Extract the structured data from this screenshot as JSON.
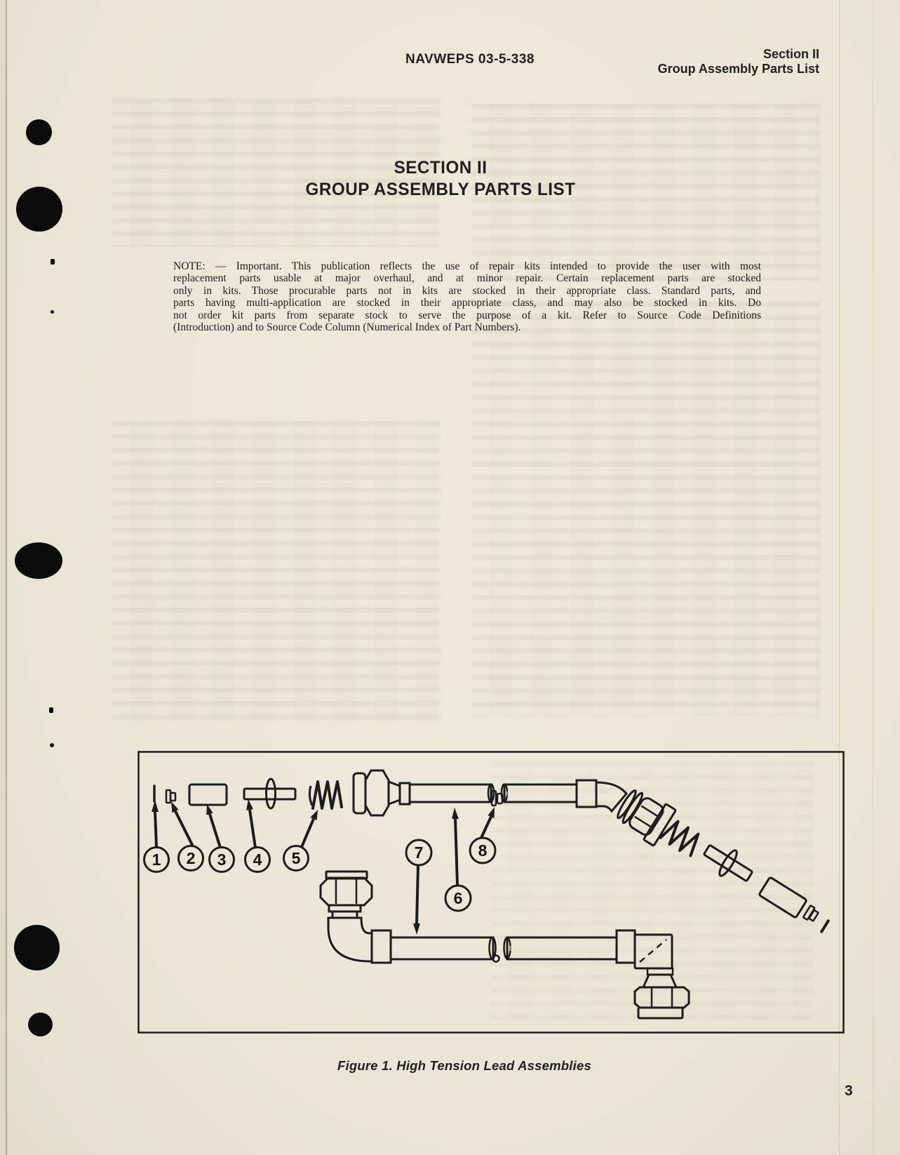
{
  "header": {
    "doc_number": "NAVWEPS 03-5-338",
    "section_label": "Section II",
    "section_sublabel": "Group Assembly Parts List"
  },
  "title": {
    "line1": "SECTION II",
    "line2": "GROUP ASSEMBLY PARTS LIST"
  },
  "note": {
    "lines": [
      "NOTE: — Important. This publication reflects the use of repair kits intended to provide the user with most",
      "replacement parts usable at major overhaul, and at minor repair. Certain replacement parts are stocked",
      "only in kits. Those procurable parts not in kits are stocked in their appropriate class. Standard parts, and",
      "parts having multi-application are stocked in their appropriate class, and may also be stocked in kits. Do",
      "not order kit parts from separate stock to serve the purpose of a kit. Refer to Source Code Definitions",
      "(Introduction) and to Source Code Column (Numerical Index of Part Numbers)."
    ]
  },
  "figure": {
    "caption": "Figure 1. High Tension Lead Assemblies",
    "callouts": [
      "1",
      "2",
      "3",
      "4",
      "5",
      "6",
      "7",
      "8"
    ]
  },
  "footer": {
    "page_number": "3"
  },
  "colors": {
    "paper": "#ebe6d7",
    "ink": "#1f1f1f"
  }
}
